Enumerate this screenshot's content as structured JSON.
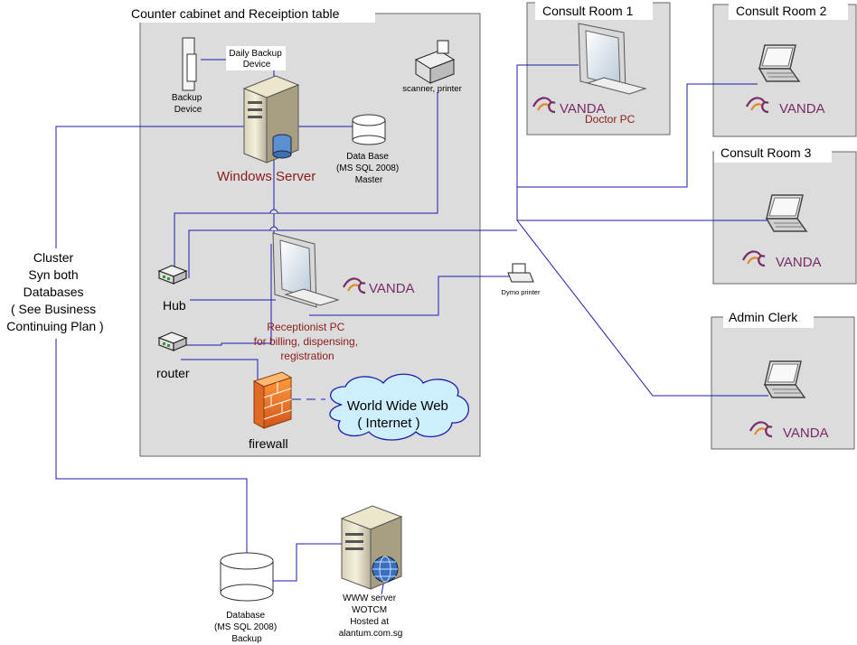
{
  "counter_panel": {
    "title": "Counter cabinet and Receiption table"
  },
  "rooms": {
    "consult1": {
      "title": "Consult Room 1",
      "caption": "Doctor PC"
    },
    "consult2": {
      "title": "Consult Room 2"
    },
    "consult3": {
      "title": "Consult Room 3"
    },
    "admin": {
      "title": "Admin Clerk"
    }
  },
  "brand": {
    "name": "VANDA",
    "swoosh_color": "#7a2a67",
    "accent_color": "#e08a2a"
  },
  "devices": {
    "backup_device": [
      "Backup",
      "Device"
    ],
    "daily_backup": [
      "Daily Backup",
      "Device"
    ],
    "scanner": "scanner, printer",
    "windows_server": "Windows Server",
    "database_master": [
      "Data Base",
      "(MS SQL 2008)",
      "Master"
    ],
    "hub": "Hub",
    "router": "router",
    "firewall": "firewall",
    "dymo": "Dymo printer",
    "receptionist": [
      "Receptionist PC",
      "for billing, dispensing,",
      "registration"
    ],
    "internet": [
      "World Wide Web",
      "( Internet )"
    ],
    "database_backup": [
      "Database",
      "(MS SQL 2008)",
      "Backup"
    ],
    "www_server": [
      "WWW server",
      "WOTCM",
      "Hosted at",
      "alantum.com.sg"
    ]
  },
  "cluster_note": [
    "Cluster",
    "Syn both",
    "Databases",
    "( See Business",
    "Continuing Plan )"
  ],
  "colors": {
    "panel": "#dcdcdc",
    "line": "#1c1cb0",
    "red_text": "#8b1a1a",
    "cloud": "#cdeefc"
  }
}
